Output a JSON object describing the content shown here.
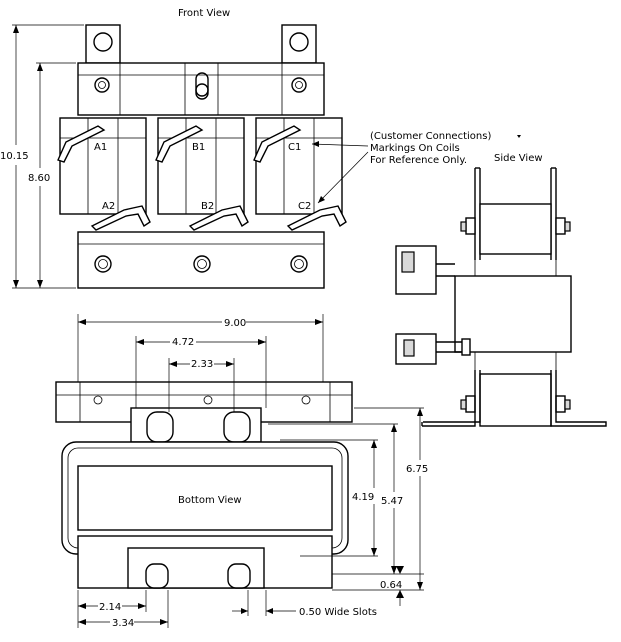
{
  "views": {
    "front": "Front View",
    "side": "Side View",
    "bottom": "Bottom View"
  },
  "coil_markings": {
    "a1": "A1",
    "b1": "B1",
    "c1": "C1",
    "a2": "A2",
    "b2": "B2",
    "c2": "C2"
  },
  "note": {
    "line1": "(Customer Connections)",
    "line2": "Markings On Coils",
    "line3": "For Reference Only."
  },
  "dimensions": {
    "overall_height": "10.15",
    "height": "8.60",
    "width": "9.00",
    "mount_spacing": "4.72",
    "slot_spacing": "2.33",
    "depth": "6.75",
    "coil_depth": "5.47",
    "core_depth": "4.19",
    "foot": "0.64",
    "slot_offset": "2.14",
    "slot_outer": "3.34",
    "slot_width": "0.50 Wide Slots"
  }
}
